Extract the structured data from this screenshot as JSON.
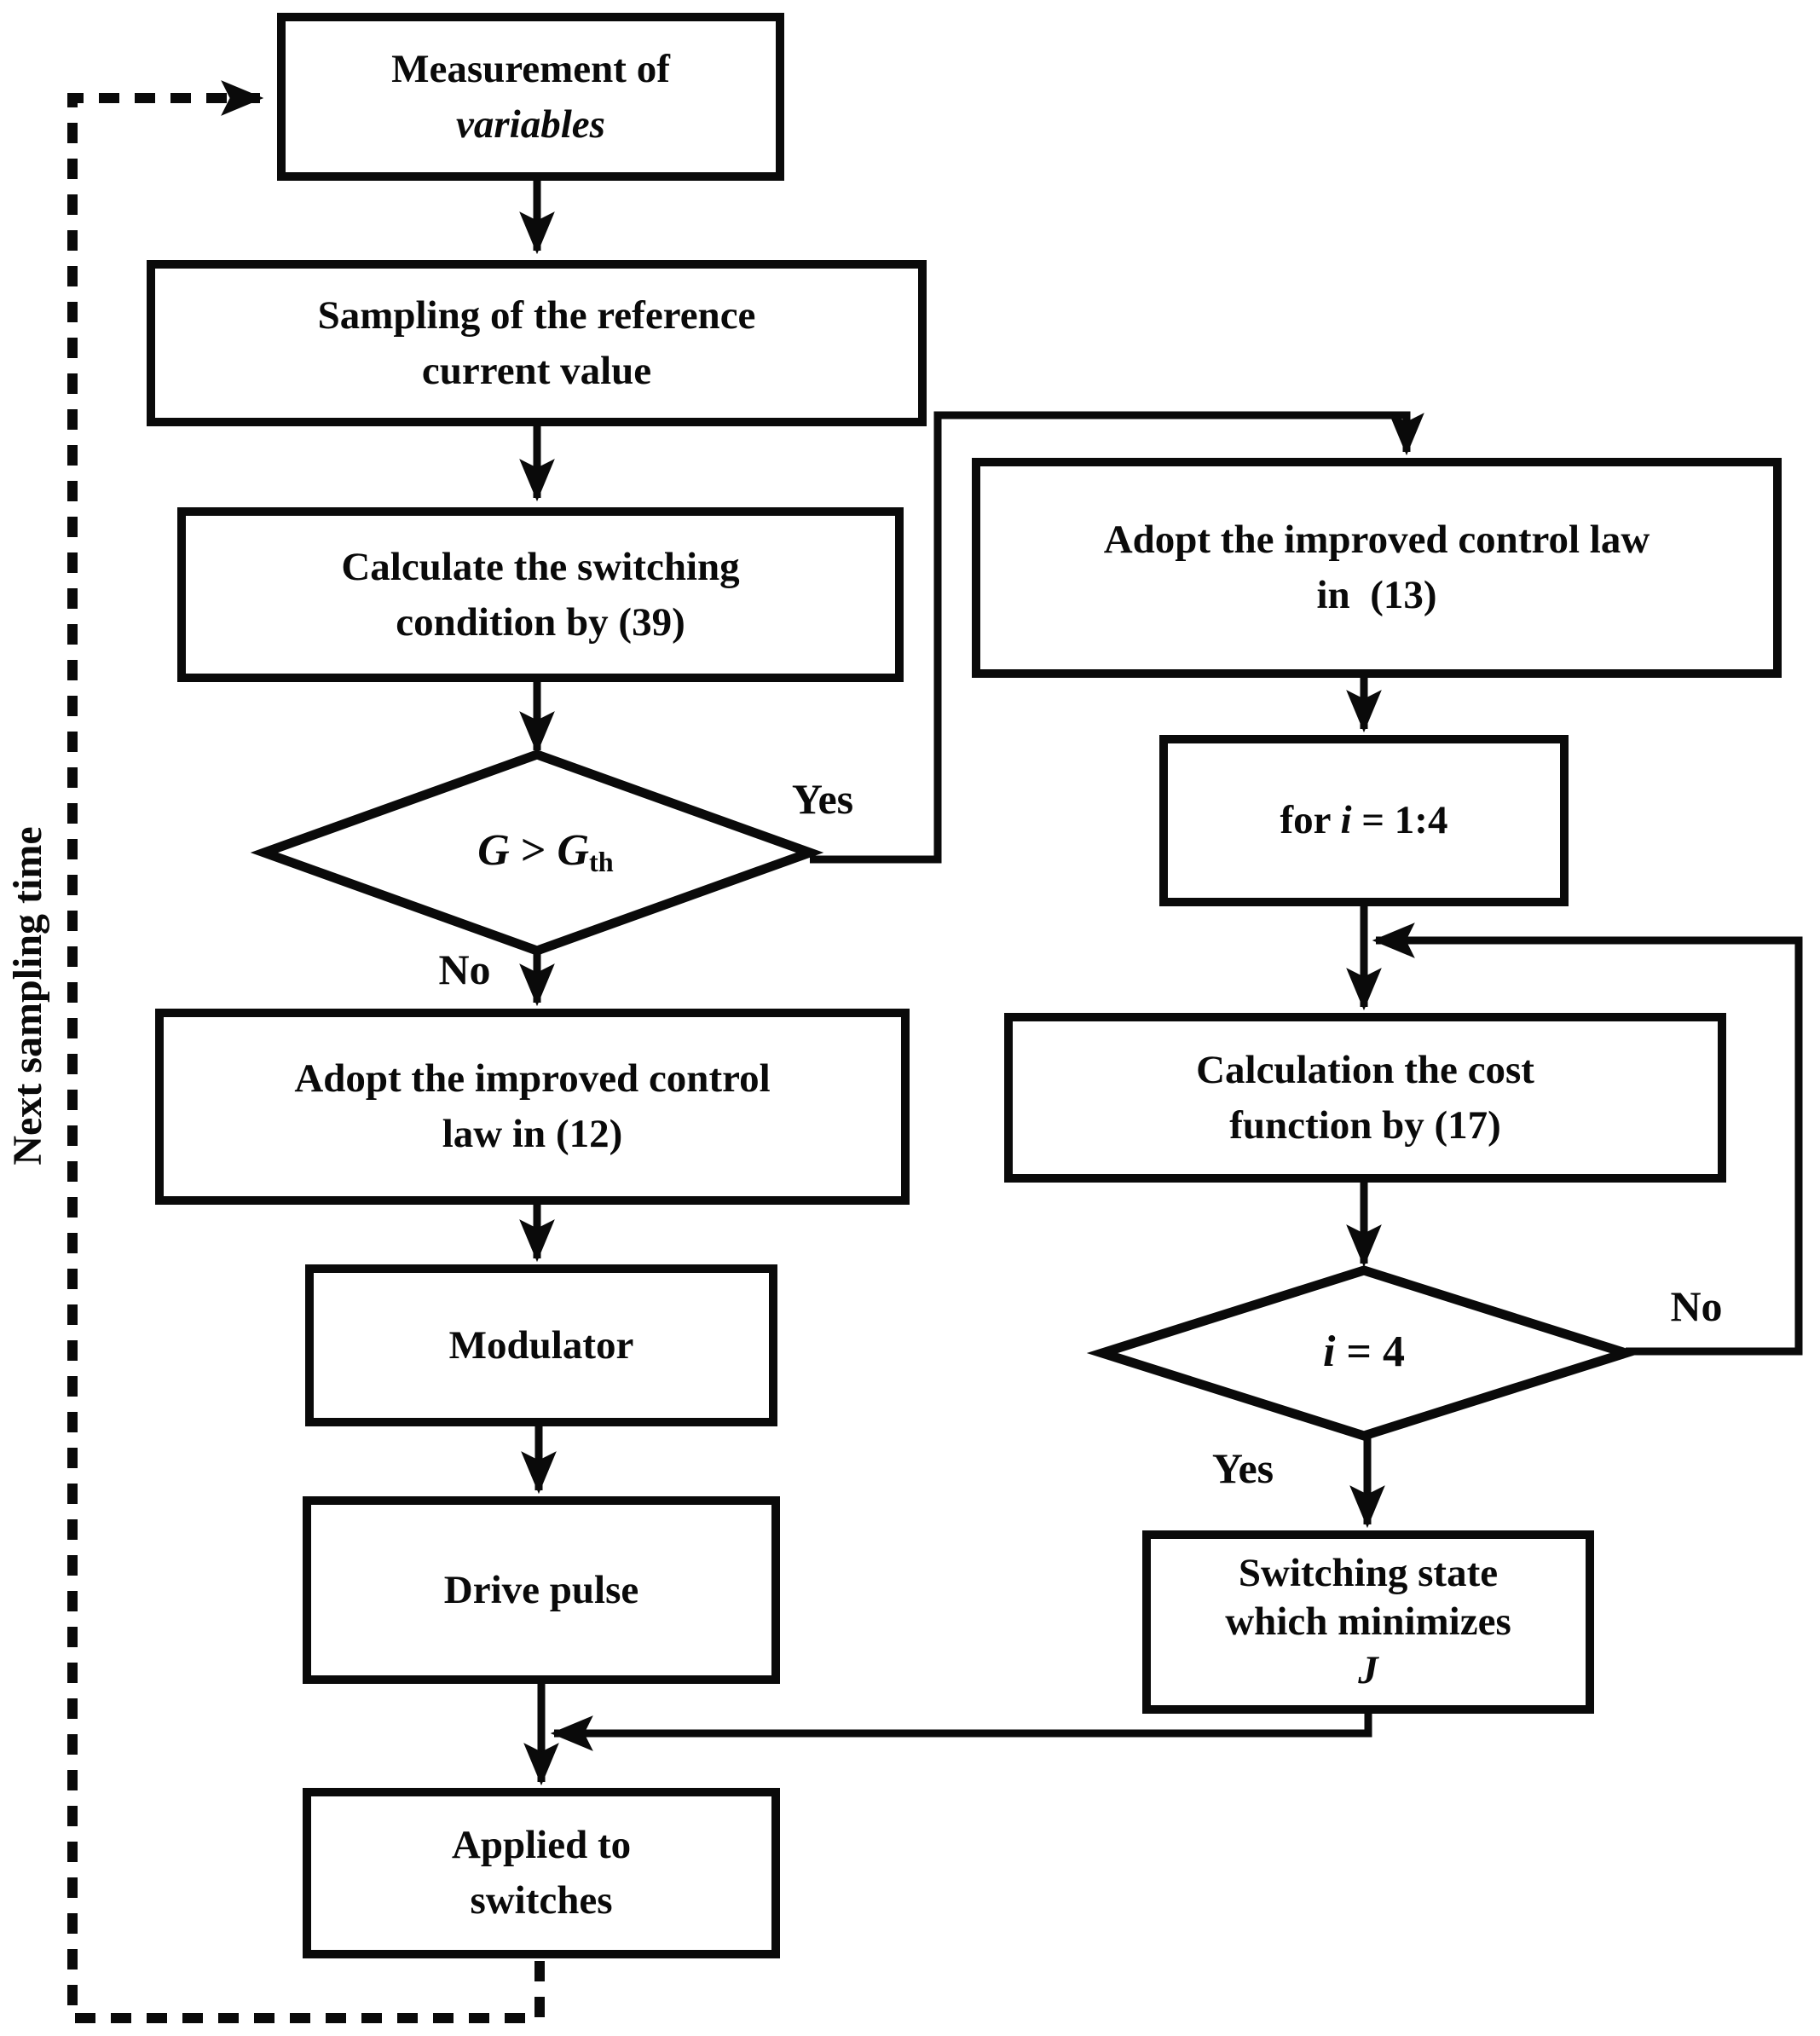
{
  "flowchart": {
    "side_label": "Next sampling time",
    "nodes": {
      "measurement": {
        "line1": "Measurement of",
        "line2": "variables"
      },
      "sampling": {
        "line1": "Sampling of the reference",
        "line2": "current value"
      },
      "calculate": {
        "line1": "Calculate the switching",
        "line2": "condition by (39)"
      },
      "decision_g": {
        "var1": "G",
        "op": " > ",
        "var2": "G",
        "sub": "th"
      },
      "adopt12": {
        "line1": "Adopt the improved control",
        "line2": "law in (12)"
      },
      "modulator": {
        "line1": "Modulator"
      },
      "drive_pulse": {
        "line1": "Drive pulse"
      },
      "applied": {
        "line1": "Applied to",
        "line2": "switches"
      },
      "adopt13": {
        "line1": "Adopt the improved control law",
        "line2": "in  (13)"
      },
      "for_loop": {
        "pre": "for ",
        "var": "i",
        "post": " = 1:4"
      },
      "calc_cost": {
        "line1": "Calculation the cost",
        "line2": "function by (17)"
      },
      "decision_i": {
        "var": "i",
        "post": " = 4"
      },
      "switching_state": {
        "line1": "Switching state",
        "line2": "which minimizes",
        "line3": "J"
      }
    },
    "edge_labels": {
      "yes1": "Yes",
      "no1": "No",
      "yes2": "Yes",
      "no2": "No"
    },
    "colors": {
      "ink": "#0a0a0a",
      "background": "#ffffff"
    }
  }
}
